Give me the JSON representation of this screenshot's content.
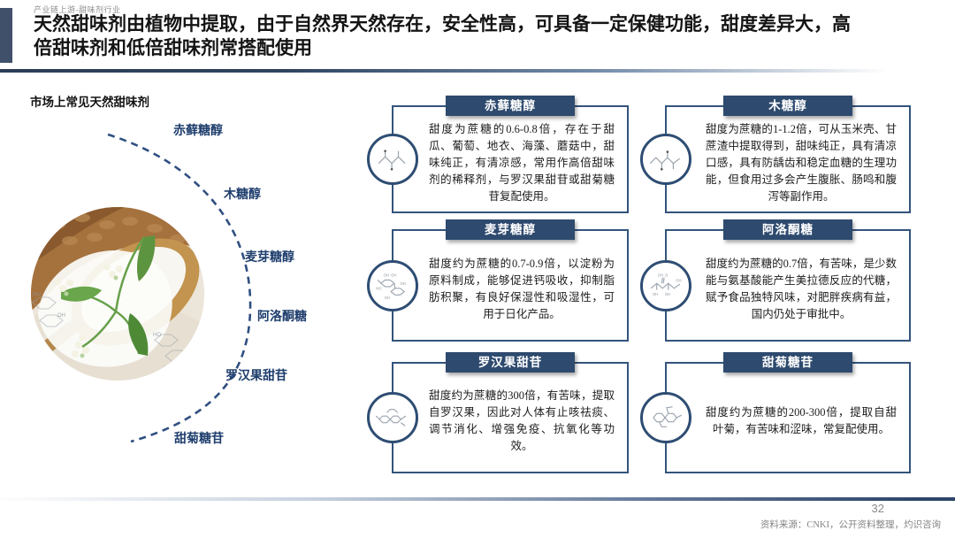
{
  "page": {
    "eyebrow": "产业链上游-甜味剂行业",
    "title": "天然甜味剂由植物中提取，由于自然界天然存在，安全性高，可具备一定保健功能，甜度差异大，高倍甜味剂和低倍甜味剂常搭配使用",
    "page_number": "32",
    "source": "资料来源：CNKI，公开资料整理，灼识咨询"
  },
  "left_panel": {
    "heading": "市场上常见天然甜味剂",
    "arc_labels": [
      "赤藓糖醇",
      "木糖醇",
      "麦芽糖醇",
      "阿洛酮糖",
      "罗汉果甜苷",
      "甜菊糖苷"
    ],
    "photo_alt": "木勺中的白色甜味剂粉末与甜叶菊枝叶"
  },
  "cards": [
    {
      "title": "赤藓糖醇",
      "icon": "erythritol-molecule-icon",
      "body": "甜度为蔗糖的0.6-0.8倍，存在于甜瓜、葡萄、地衣、海藻、蘑菇中，甜味纯正，有清凉感，常用作高倍甜味剂的稀释剂，与罗汉果甜苷或甜菊糖苷复配使用。"
    },
    {
      "title": "木糖醇",
      "icon": "xylitol-molecule-icon",
      "body": "甜度为蔗糖的1-1.2倍，可从玉米壳、甘蔗渣中提取得到，甜味纯正，具有清凉口感，具有防龋齿和稳定血糖的生理功能，但食用过多会产生腹胀、肠鸣和腹泻等副作用。"
    },
    {
      "title": "麦芽糖醇",
      "icon": "maltitol-molecule-icon",
      "body": "甜度约为蔗糖的0.7-0.9倍，以淀粉为原料制成，能够促进钙吸收，抑制脂肪积聚，有良好保湿性和吸湿性，可用于日化产品。"
    },
    {
      "title": "阿洛酮糖",
      "icon": "allulose-molecule-icon",
      "body": "甜度约为蔗糖的0.7倍，有苦味，是少数能与氨基酸能产生美拉德反应的代糖，赋予食品独特风味，对肥胖疾病有益，国内仍处于审批中。"
    },
    {
      "title": "罗汉果甜苷",
      "icon": "mogroside-molecule-icon",
      "body": "甜度约为蔗糖的300倍，有苦味，提取自罗汉果，因此对人体有止咳祛痰、调节消化、增强免疫、抗氧化等功效。"
    },
    {
      "title": "甜菊糖苷",
      "icon": "steviol-molecule-icon",
      "body": "甜度约为蔗糖的200-300倍，提取自甜叶菊，有苦味和涩味，常复配使用。"
    }
  ],
  "colors": {
    "header_navy": "#2e4a6e",
    "card_border_navy": "#33547c",
    "accent_bar": "#41506a",
    "arc_dash": "#2f4f80",
    "arc_label_text": "#1f3e6d",
    "muted_gray": "#858585"
  }
}
